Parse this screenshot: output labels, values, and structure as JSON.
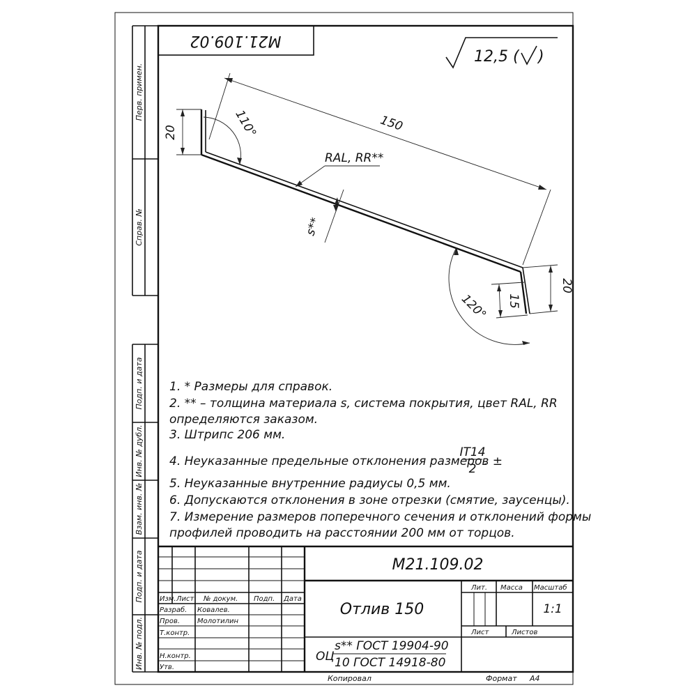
{
  "drawing": {
    "code": "М21.109.02",
    "code_rotated": "М21.109.02",
    "roughness": "12,5 (",
    "roughness_close": ")",
    "dimensions": {
      "length": "150",
      "left_height": "20",
      "right_height": "20",
      "right_inner": "15",
      "angle_left": "110°",
      "angle_right": "120°",
      "coating": "RAL, RR**",
      "thickness": "s**"
    }
  },
  "notes": [
    "1.  * Размеры для справок.",
    "2.  **  –  толщина материала s, система покрытия, цвет RAL, RR",
    "определяются заказом.",
    "3.  Штрипс 206 мм.",
    "4.  Неуказанные предельные отклонения размеров ±",
    "5.  Неуказанные внутренние радиусы 0,5 мм.",
    "6.  Допускаются отклонения в зоне отрезки (смятие, заусенцы).",
    "7.  Измерение размеров поперечного сечения и отклонений формы",
    "профилей проводить на расстоянии 200 мм от торцов."
  ],
  "tolerance": {
    "numerator": "IT14",
    "denominator": "2",
    "suffix": "."
  },
  "side_labels": [
    "Перв. примен.",
    "Справ. №",
    "Подп. и дата",
    "Инв. № дубл.",
    "Взам. инв. №",
    "Подп. и дата",
    "Инв. № подл."
  ],
  "title_block": {
    "code": "М21.109.02",
    "name": "Отлив 150",
    "col_headers": [
      "Изм.",
      "Лист",
      "№ докум.",
      "Подп.",
      "Дата"
    ],
    "roles": [
      {
        "role": "Разраб.",
        "name": "Ковалев."
      },
      {
        "role": "Пров.",
        "name": "Молотилин"
      },
      {
        "role": "Т.контр.",
        "name": ""
      },
      {
        "role": "Н.контр.",
        "name": ""
      },
      {
        "role": "Утв.",
        "name": ""
      }
    ],
    "lit": "Лит.",
    "mass": "Масса",
    "scale_label": "Масштаб",
    "scale": "1:1",
    "sheet": "Лист",
    "sheets": "Листов",
    "material_prefix": "ОЦ",
    "material_top": "s** ГОСТ 19904-90",
    "material_bottom": "10 ГОСТ 14918-80",
    "copied": "Копировал",
    "format_label": "Формат",
    "format": "А4"
  }
}
